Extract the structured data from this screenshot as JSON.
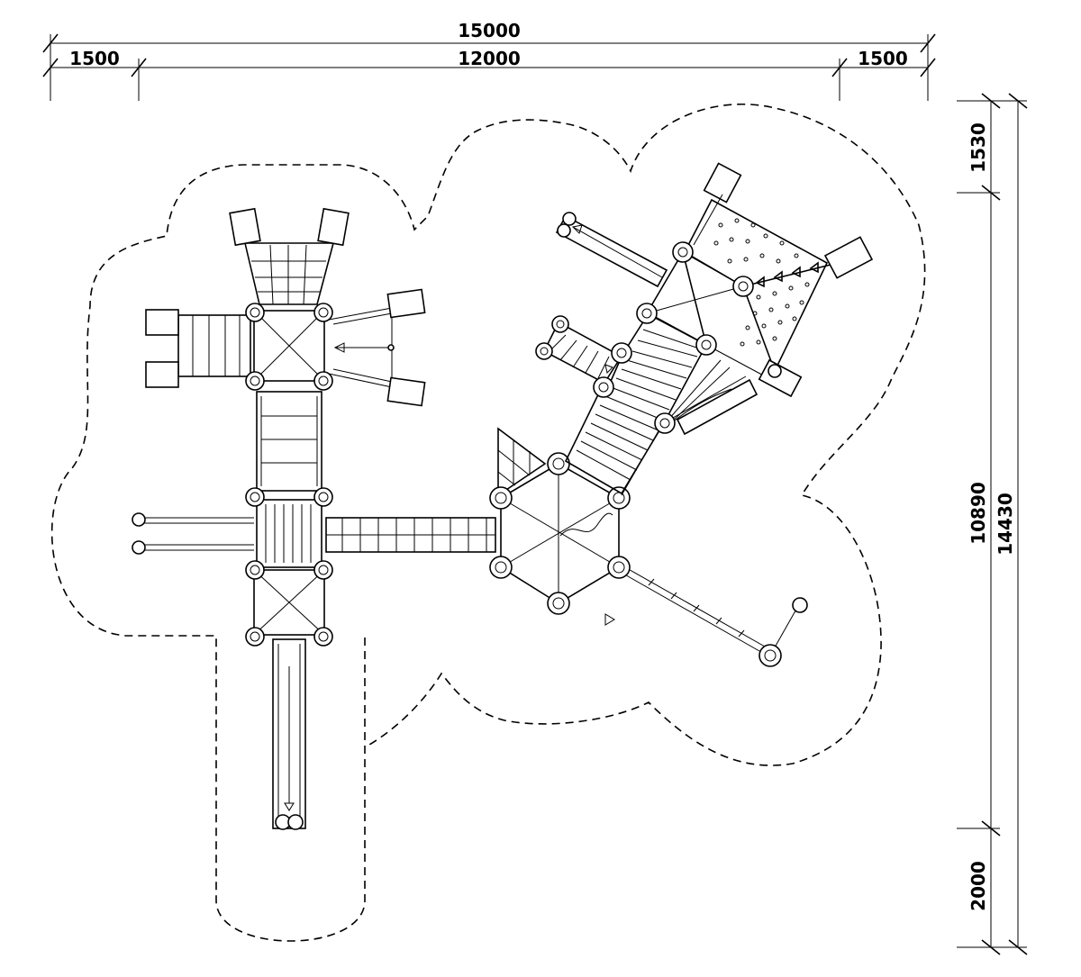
{
  "drawing": {
    "dimensions": {
      "overall_width": "15000",
      "left_margin": "1500",
      "inner_width": "12000",
      "right_margin": "1500",
      "top_margin": "1530",
      "inner_height": "10890",
      "overall_height": "14430",
      "bottom_margin": "2000"
    }
  }
}
